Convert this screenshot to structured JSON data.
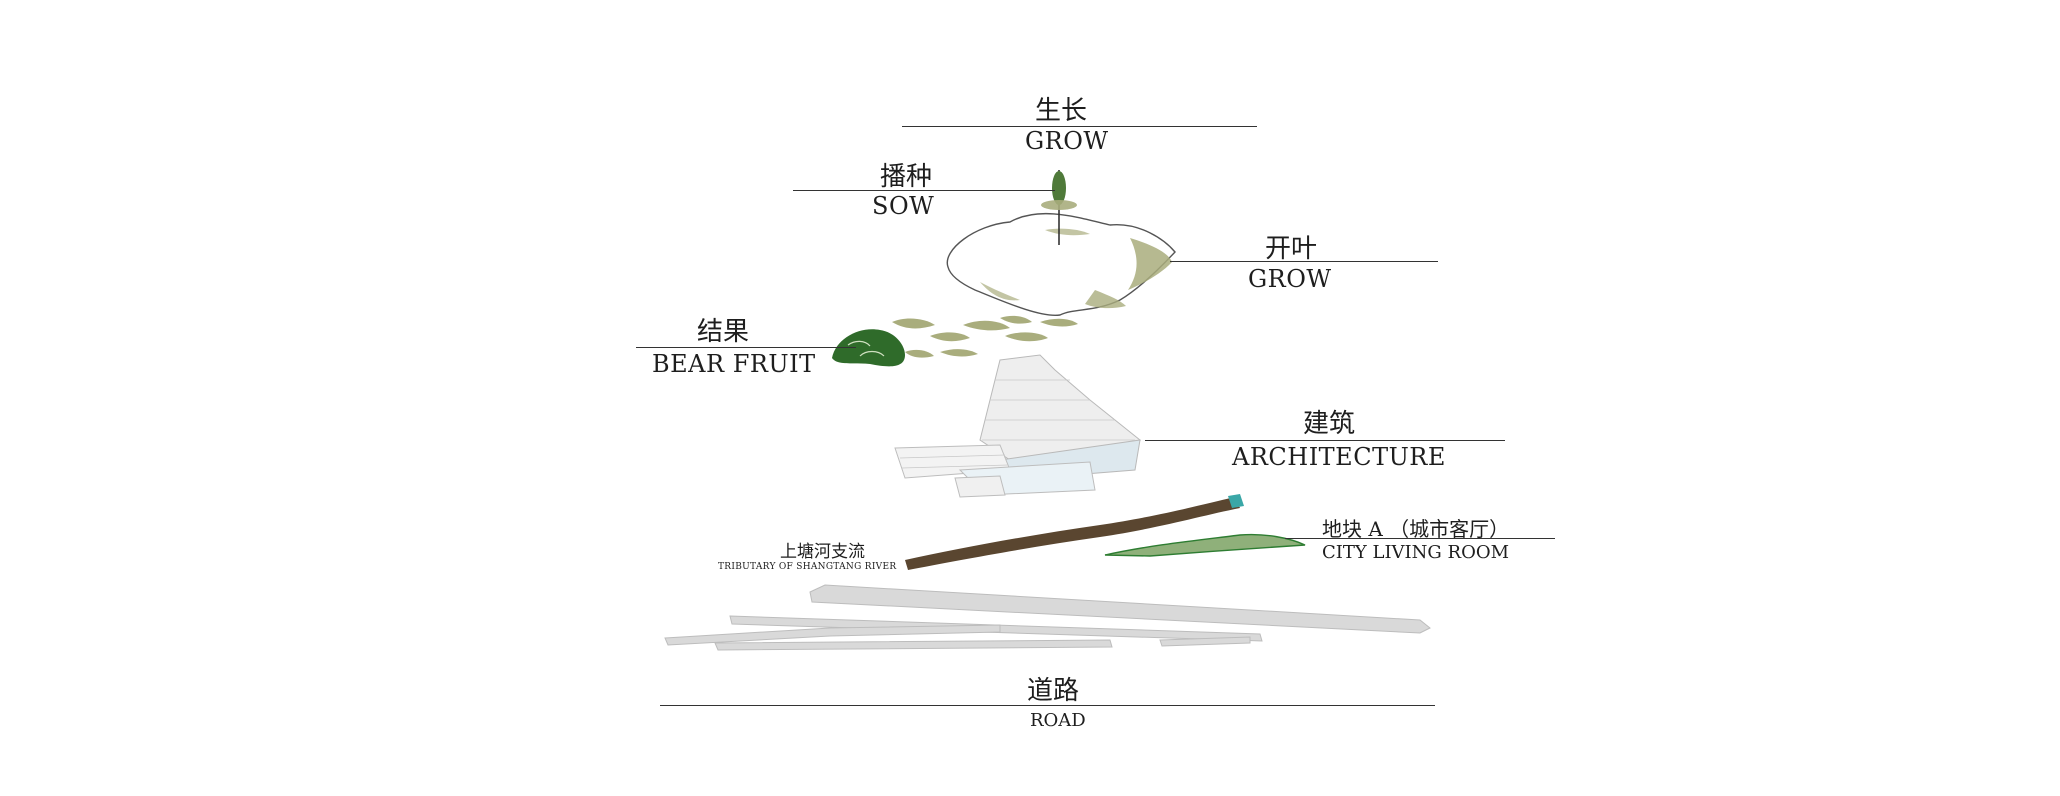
{
  "labels": {
    "grow_top": {
      "zh": "生长",
      "en": "GROW"
    },
    "sow": {
      "zh": "播种",
      "en": "SOW"
    },
    "grow_leaf": {
      "zh": "开叶",
      "en": "GROW"
    },
    "bear_fruit": {
      "zh": "结果",
      "en": "BEAR FRUIT"
    },
    "architecture": {
      "zh": "建筑",
      "en": "ARCHITECTURE"
    },
    "plot_a": {
      "zh": "地块 A （城市客厅）",
      "en": "CITY LIVING ROOM"
    },
    "tributary": {
      "zh": "上塘河支流",
      "en": "TRIBUTARY OF SHANGTANG RIVER"
    },
    "road": {
      "zh": "道路",
      "en": "ROAD"
    }
  },
  "colors": {
    "leaf": "#a9ad7d",
    "fruit": "#2f6b2a",
    "river": "#5a4630",
    "plot": "#8fb07a",
    "road": "#d9d9d9"
  }
}
